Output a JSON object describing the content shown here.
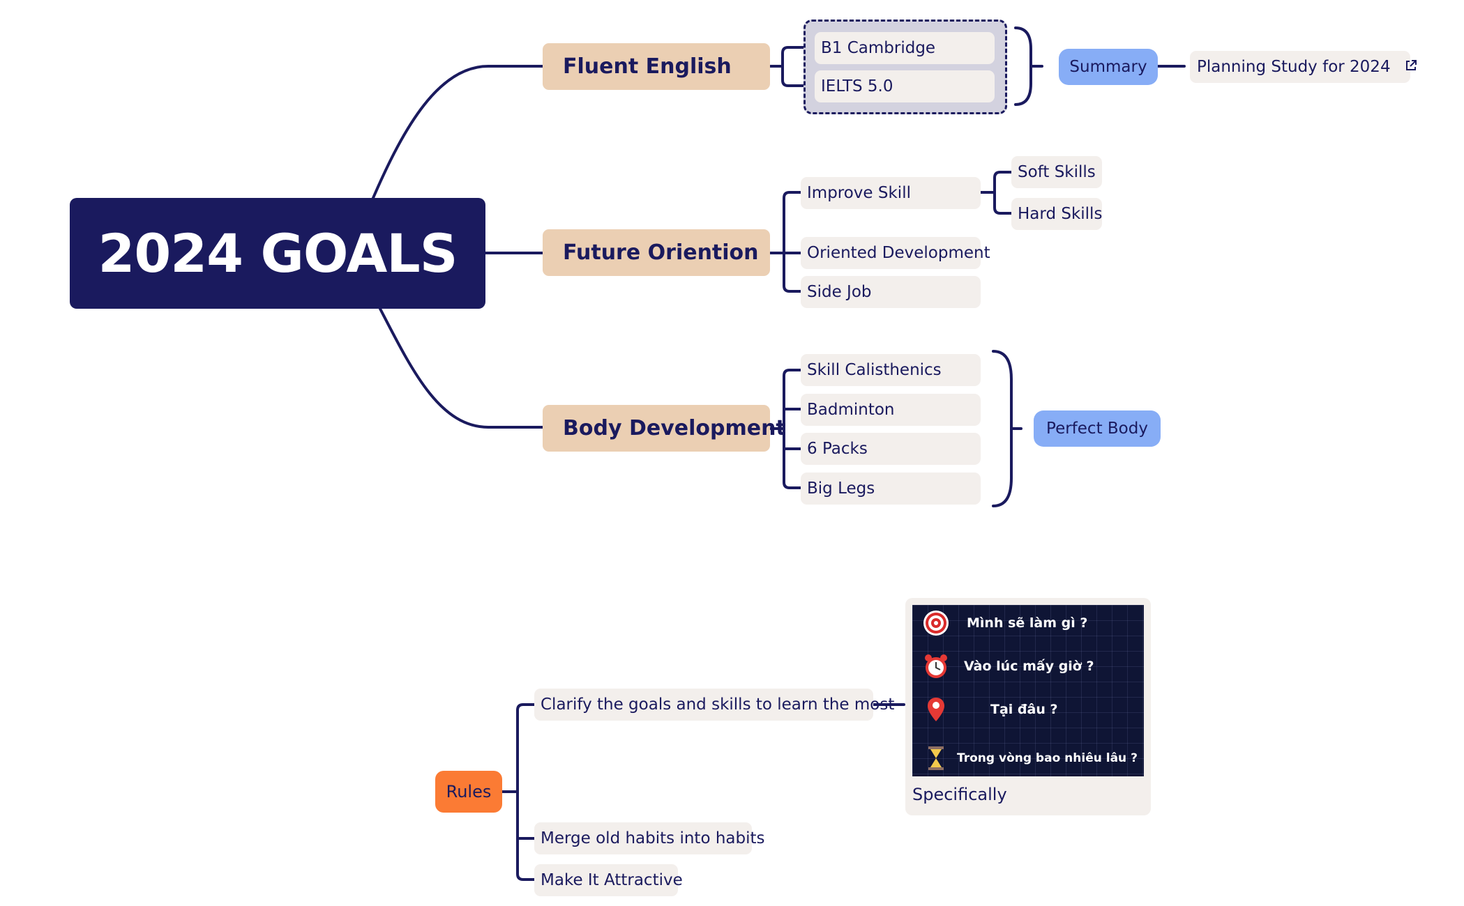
{
  "root": {
    "title": "2024 GOALS"
  },
  "branches": {
    "fluent": {
      "label": "Fluent English",
      "items": [
        "B1 Cambridge",
        "IELTS 5.0"
      ],
      "summary": "Summary",
      "link_label": "Planning Study for 2024"
    },
    "future": {
      "label": "Future Oriention",
      "items": [
        "Improve Skill",
        "Oriented Development",
        "Side Job"
      ],
      "improve_children": [
        "Soft Skills",
        "Hard Skills"
      ]
    },
    "body": {
      "label": "Body Development",
      "items": [
        "Skill Calisthenics",
        "Badminton",
        "6 Packs",
        "Big Legs"
      ],
      "summary": "Perfect Body"
    }
  },
  "rules": {
    "label": "Rules",
    "items": [
      "Clarify the goals and skills to learn the most",
      "Merge old habits into habits",
      "Make It Attractive"
    ],
    "image": {
      "lines": [
        "Mình sẽ làm gì ?",
        "Vào lúc mấy giờ ?",
        "Tại đâu ?",
        "Trong vòng bao nhiêu lâu ?"
      ],
      "icons": [
        "target-icon",
        "alarm-clock-icon",
        "location-pin-icon",
        "hourglass-icon"
      ],
      "caption": "Specifically"
    }
  },
  "colors": {
    "root_bg": "#1a1a5e",
    "main_bg": "#ebcfb3",
    "leaf_bg": "#f3efec",
    "summary_bg": "#87adf6",
    "rules_bg": "#fb7b34",
    "line": "#1a1a5e"
  }
}
